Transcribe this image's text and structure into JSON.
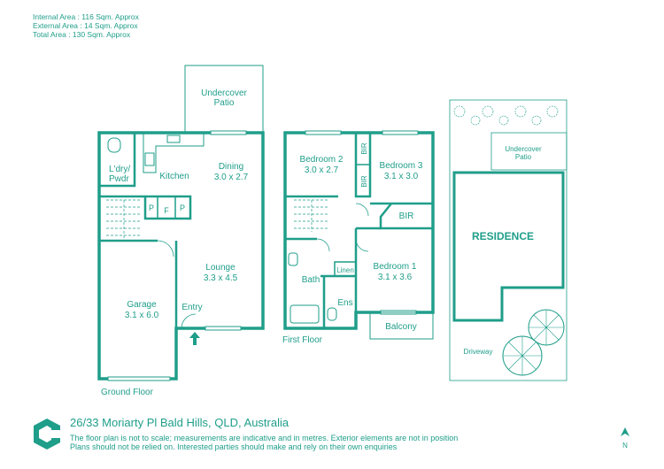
{
  "areas": {
    "internal": "Internal Area : 116 Sqm. Approx",
    "external": "External Area : 14 Sqm. Approx",
    "total": "Total Area : 130 Sqm. Approx"
  },
  "ground_floor": {
    "label": "Ground Floor",
    "undercover_patio": [
      "Undercover",
      "Patio"
    ],
    "laundry": [
      "L'dry/",
      "Pwdr"
    ],
    "kitchen": "Kitchen",
    "dining": [
      "Dining",
      "3.0 x 2.7"
    ],
    "lounge": [
      "Lounge",
      "3.3 x 4.5"
    ],
    "garage": [
      "Garage",
      "3.1 x 6.0"
    ],
    "entry": "Entry",
    "pantry_p1": "P",
    "fridge": "F",
    "pantry_p2": "P"
  },
  "first_floor": {
    "label": "First Floor",
    "bedroom2": [
      "Bedroom 2",
      "3.0 x 2.7"
    ],
    "bedroom3": [
      "Bedroom 3",
      "3.1 x 3.0"
    ],
    "bedroom1": [
      "Bedroom 1",
      "3.1 x 3.6"
    ],
    "bir_top": "BIR",
    "bir_mid": "BIR",
    "bir_right": "BIR",
    "bath": "Bath",
    "linen": "Linen",
    "ens": "Ens",
    "balcony": "Balcony"
  },
  "site_plan": {
    "residence": "RESIDENCE",
    "undercover_patio": [
      "Undercover",
      "Patio"
    ],
    "driveway": "Driveway"
  },
  "address": "26/33 Moriarty Pl Bald Hills, QLD, Australia",
  "disclaimer": [
    "The floor plan is not to scale; measurements are indicative and in metres. Exterior elements are not in position",
    "Plans should not be relied on. Interested parties should make and rely on their own enquiries"
  ],
  "north_label": "N",
  "colors": {
    "primary": "#1f9e8a",
    "background": "#ffffff"
  }
}
